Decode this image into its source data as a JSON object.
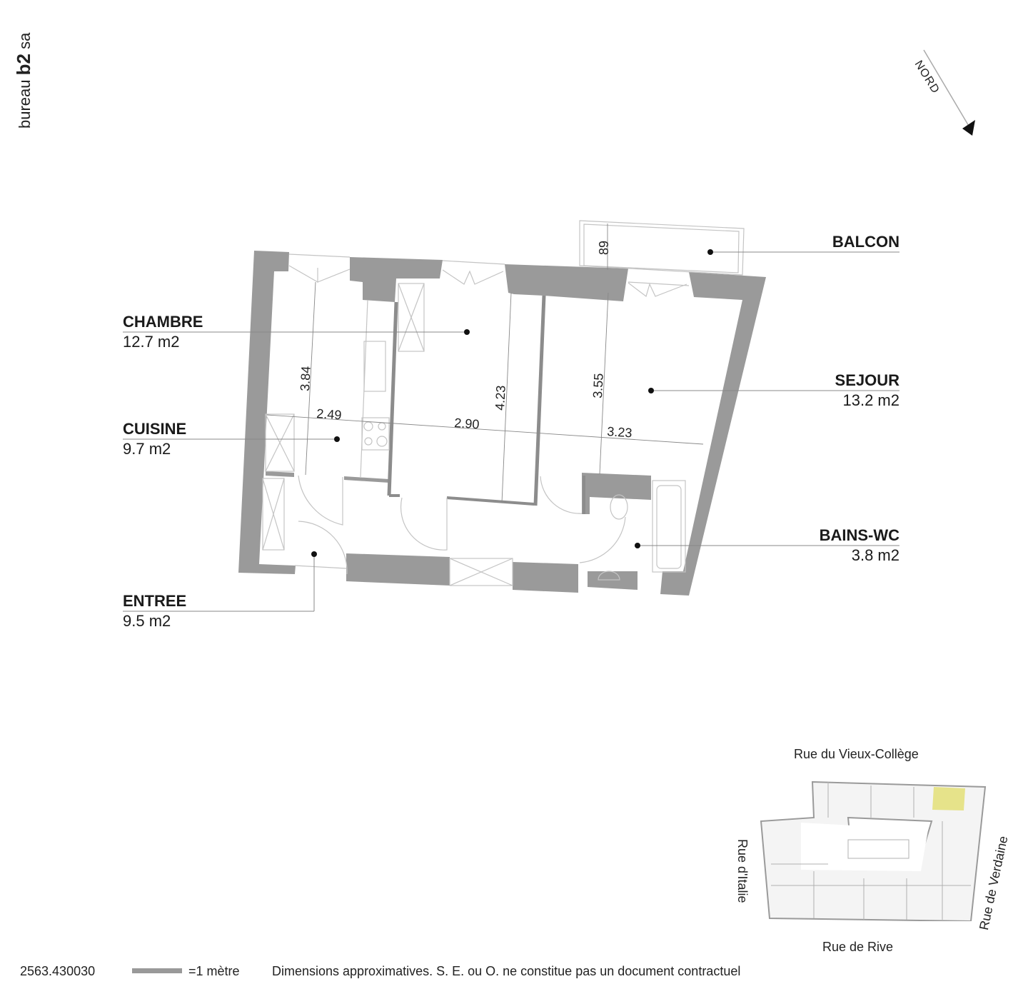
{
  "brand": {
    "prefix": "bureau",
    "bold": "b2",
    "suffix": "sa"
  },
  "north": {
    "label": "NORD",
    "icon": "north-arrow-icon"
  },
  "rooms": {
    "chambre": {
      "name": "CHAMBRE",
      "area": "12.7 m2"
    },
    "cuisine": {
      "name": "CUISINE",
      "area": "9.7 m2"
    },
    "entree": {
      "name": "ENTREE",
      "area": "9.5 m2"
    },
    "balcon": {
      "name": "BALCON"
    },
    "sejour": {
      "name": "SEJOUR",
      "area": "13.2 m2"
    },
    "bains_wc": {
      "name": "BAINS-WC",
      "area": "3.8 m2"
    }
  },
  "dimensions": {
    "cuisine_depth": "3.84",
    "chambre_depth": "4.23",
    "sejour_depth": "3.55",
    "balcon_depth": "89",
    "cuisine_width": "2.49",
    "chambre_width": "2.90",
    "sejour_width": "3.23"
  },
  "keyplan": {
    "streets": {
      "north": "Rue du Vieux-Collège",
      "west": "Rue d'Italie",
      "east": "Rue de Verdaine",
      "south": "Rue de Rive"
    },
    "highlight_color": "#e6e38a"
  },
  "footer": {
    "reference": "2563.430030",
    "scale_label": "=1 mètre",
    "disclaimer": "Dimensions approximatives. S. E. ou O. ne constitue pas un document contractuel"
  },
  "colors": {
    "wall": "#999999",
    "line": "#bbbbbb",
    "text": "#1a1a1a"
  }
}
